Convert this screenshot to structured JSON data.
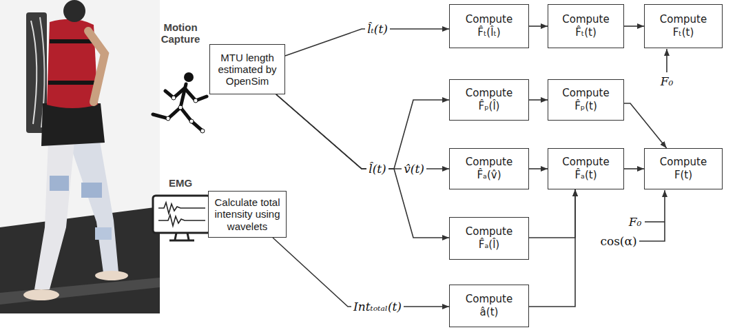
{
  "diagram": {
    "nodes": [
      {
        "text": [
          "MTU length estimated by OpenSim"
        ]
      },
      {
        "text": [
          "Calculate total intensity using wavelets"
        ]
      },
      {
        "text": [
          "Compute F̂ₜ(l̂ₜ)"
        ]
      },
      {
        "text": [
          "Compute F̂ₜ(t)"
        ]
      },
      {
        "text": [
          "Compute Fₜ(t)"
        ]
      },
      {
        "text": [
          "Compute F̂ₚ(l̂)"
        ]
      },
      {
        "text": [
          "Compute F̂ₚ(t)"
        ]
      },
      {
        "text": [
          "Compute F̂ₐ(v̂)"
        ]
      },
      {
        "text": [
          "Compute F̂ₐ(t)"
        ]
      },
      {
        "text": [
          "Compute F(t)"
        ]
      },
      {
        "text": [
          "Compute F̂ₐ(l̂)"
        ]
      },
      {
        "text": [
          "Compute â(t)"
        ]
      }
    ],
    "edges": [
      {
        "from": 0,
        "to": 2,
        "arrow": "to",
        "label": "l̂ₜ(t)"
      },
      {
        "from": 2,
        "to": 3,
        "arrow": "to"
      },
      {
        "from": 3,
        "to": 4,
        "arrow": "to"
      },
      {
        "from": 0,
        "to": 5,
        "arrow": "to"
      },
      {
        "from": 5,
        "to": 6,
        "arrow": "to"
      },
      {
        "from": 6,
        "to": 9,
        "arrow": "to"
      },
      {
        "from": 0,
        "to": 7,
        "arrow": "to"
      },
      {
        "from": 7,
        "to": 8,
        "arrow": "to"
      },
      {
        "from": 8,
        "to": 9,
        "arrow": "to"
      },
      {
        "from": 0,
        "to": 10,
        "arrow": "to"
      },
      {
        "from": 10,
        "to": 8,
        "arrow": "to"
      },
      {
        "from": 1,
        "to": 11,
        "arrow": "to",
        "label": "Intₜₒₜₐₗ(t)"
      },
      {
        "from": 11,
        "to": 8,
        "arrow": "to"
      }
    ],
    "labels": [
      "Motion Capture",
      "EMG",
      "l̂(t)",
      "v̂(t)",
      "F₀",
      "F₀",
      "cos(α)"
    ]
  }
}
